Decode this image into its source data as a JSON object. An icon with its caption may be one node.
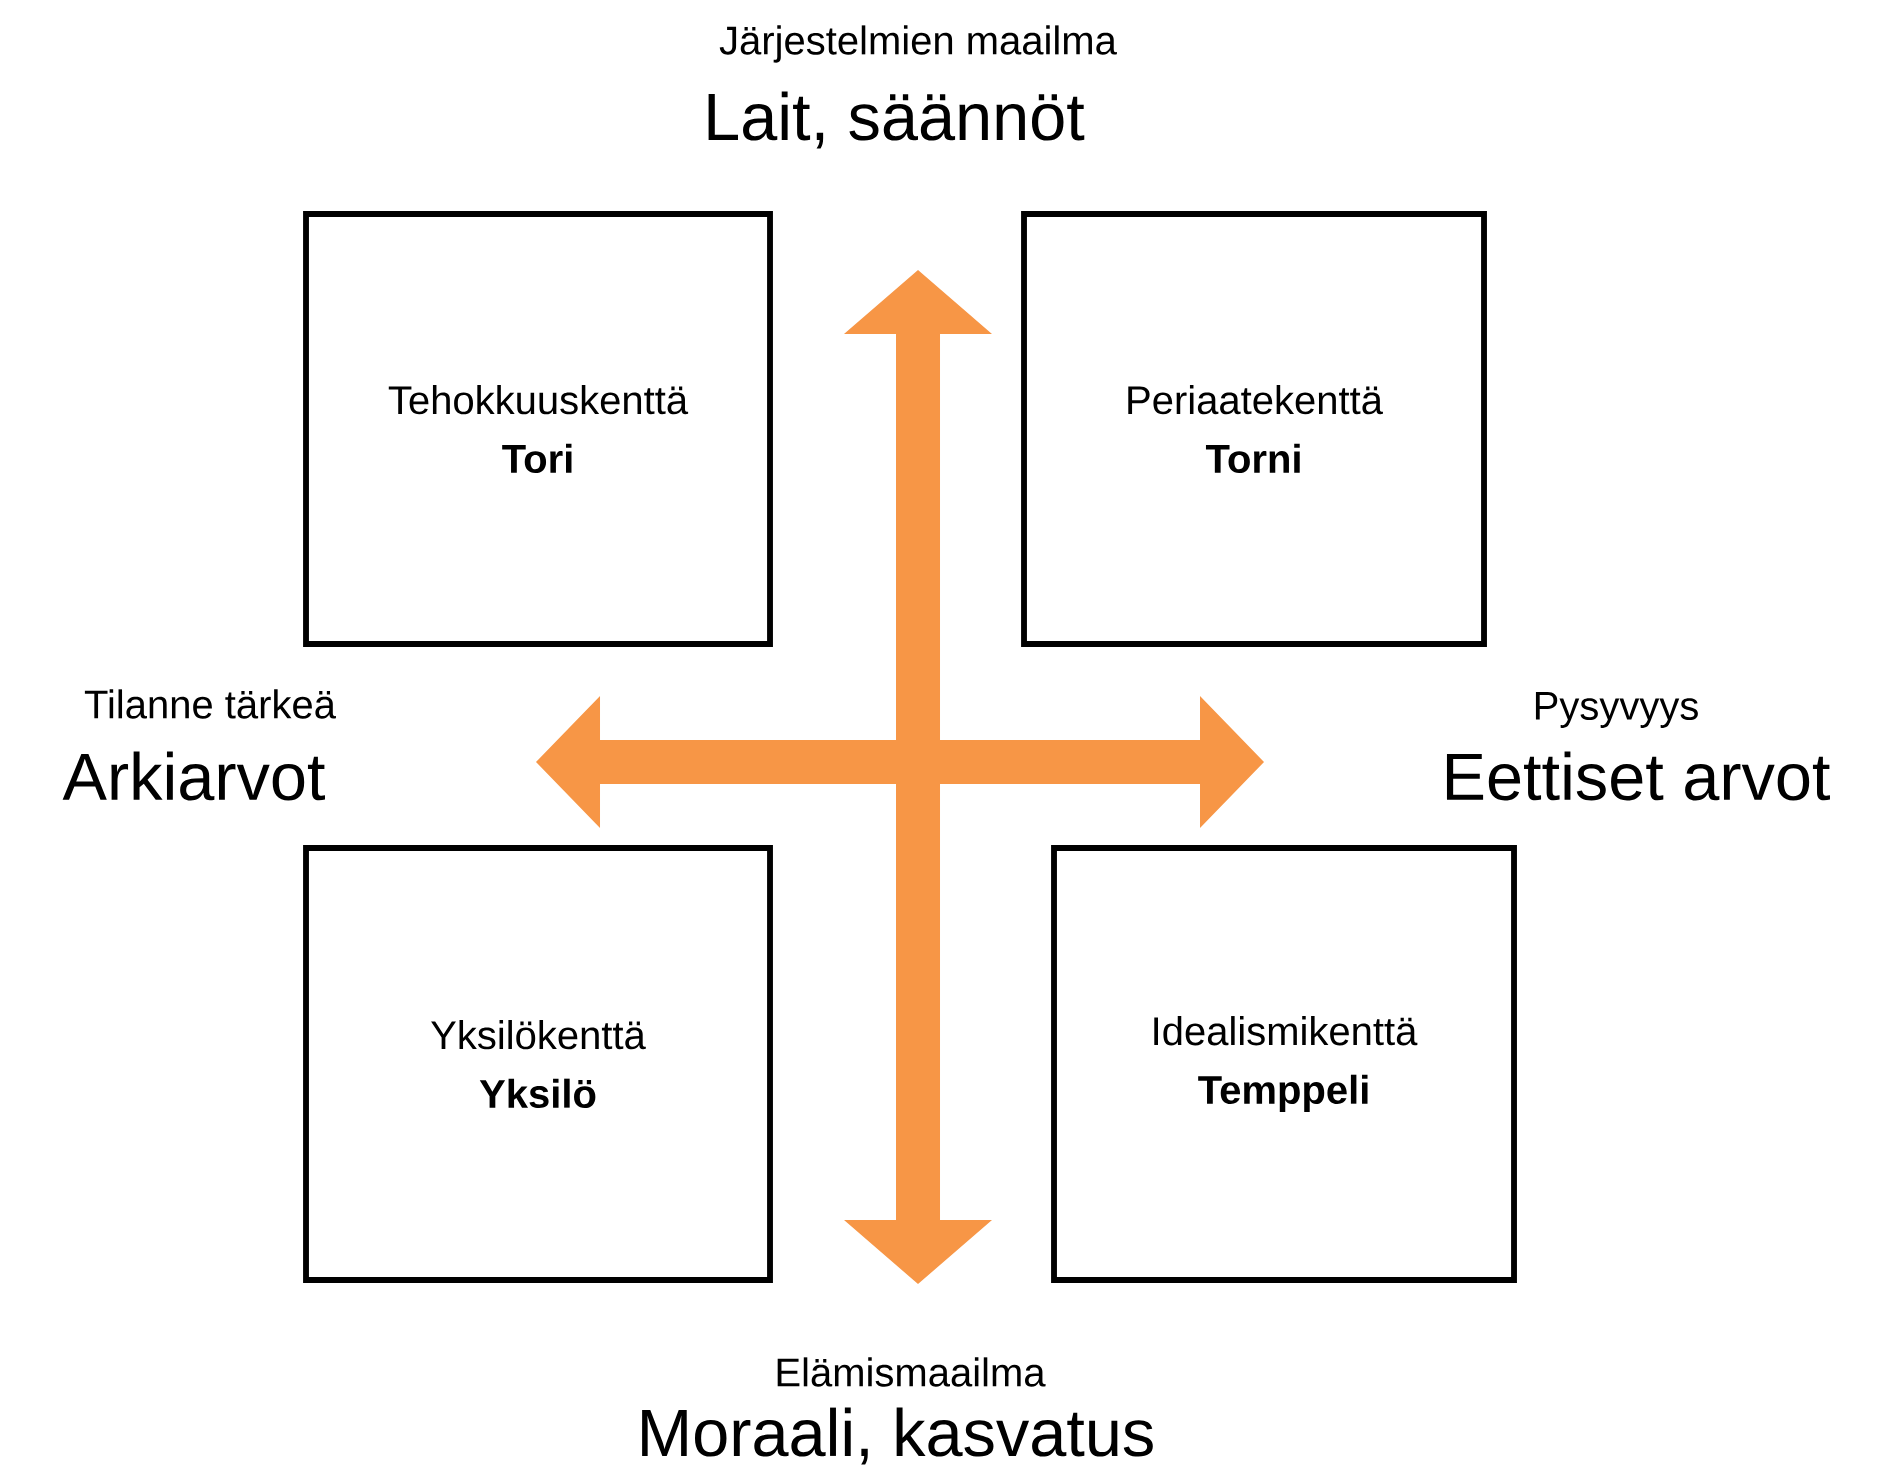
{
  "diagram": {
    "nodes": [
      {
        "text": [
          "Tehokkuuskenttä",
          "Tori"
        ]
      },
      {
        "text": [
          "Periaatekenttä",
          "Torni"
        ]
      },
      {
        "text": [
          "Yksilökenttä",
          "Yksilö"
        ]
      },
      {
        "text": [
          "Idealismikenttä",
          "Temppeli"
        ]
      }
    ],
    "labels": [
      "Järjestelmien maailma",
      "Lait, säännöt",
      "Tilanne tärkeä",
      "Arkiarvot",
      "Pysyvyys",
      "Eettiset arvot",
      "Elämismaailma",
      "Moraali, kasvatus"
    ]
  }
}
